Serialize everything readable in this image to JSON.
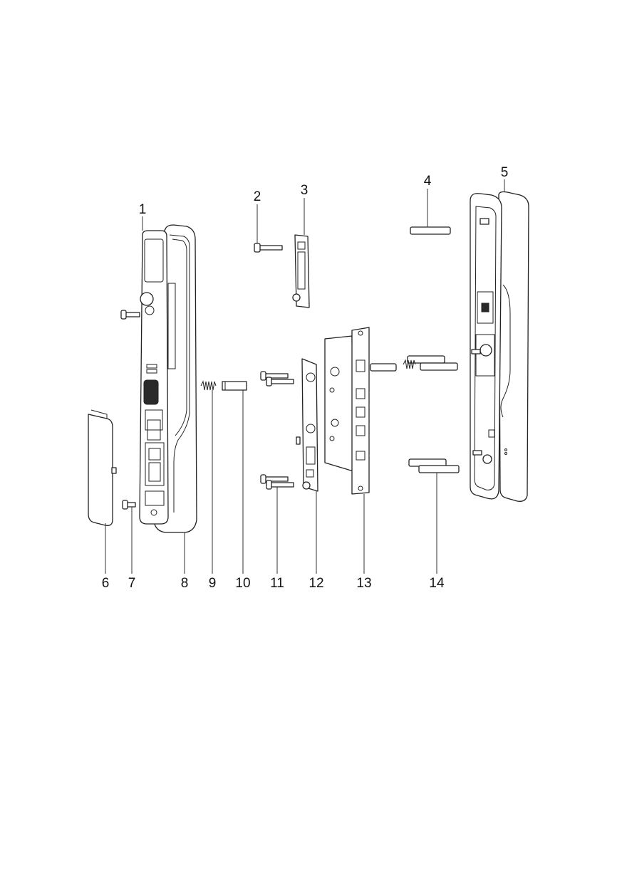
{
  "callouts": {
    "c1": "1",
    "c2": "2",
    "c3": "3",
    "c4": "4",
    "c5": "5",
    "c6": "6",
    "c7": "7",
    "c8": "8",
    "c9": "9",
    "c10": "10",
    "c11": "11",
    "c12": "12",
    "c13": "13",
    "c14": "14"
  },
  "colors": {
    "line": "#222222",
    "background": "#ffffff"
  }
}
